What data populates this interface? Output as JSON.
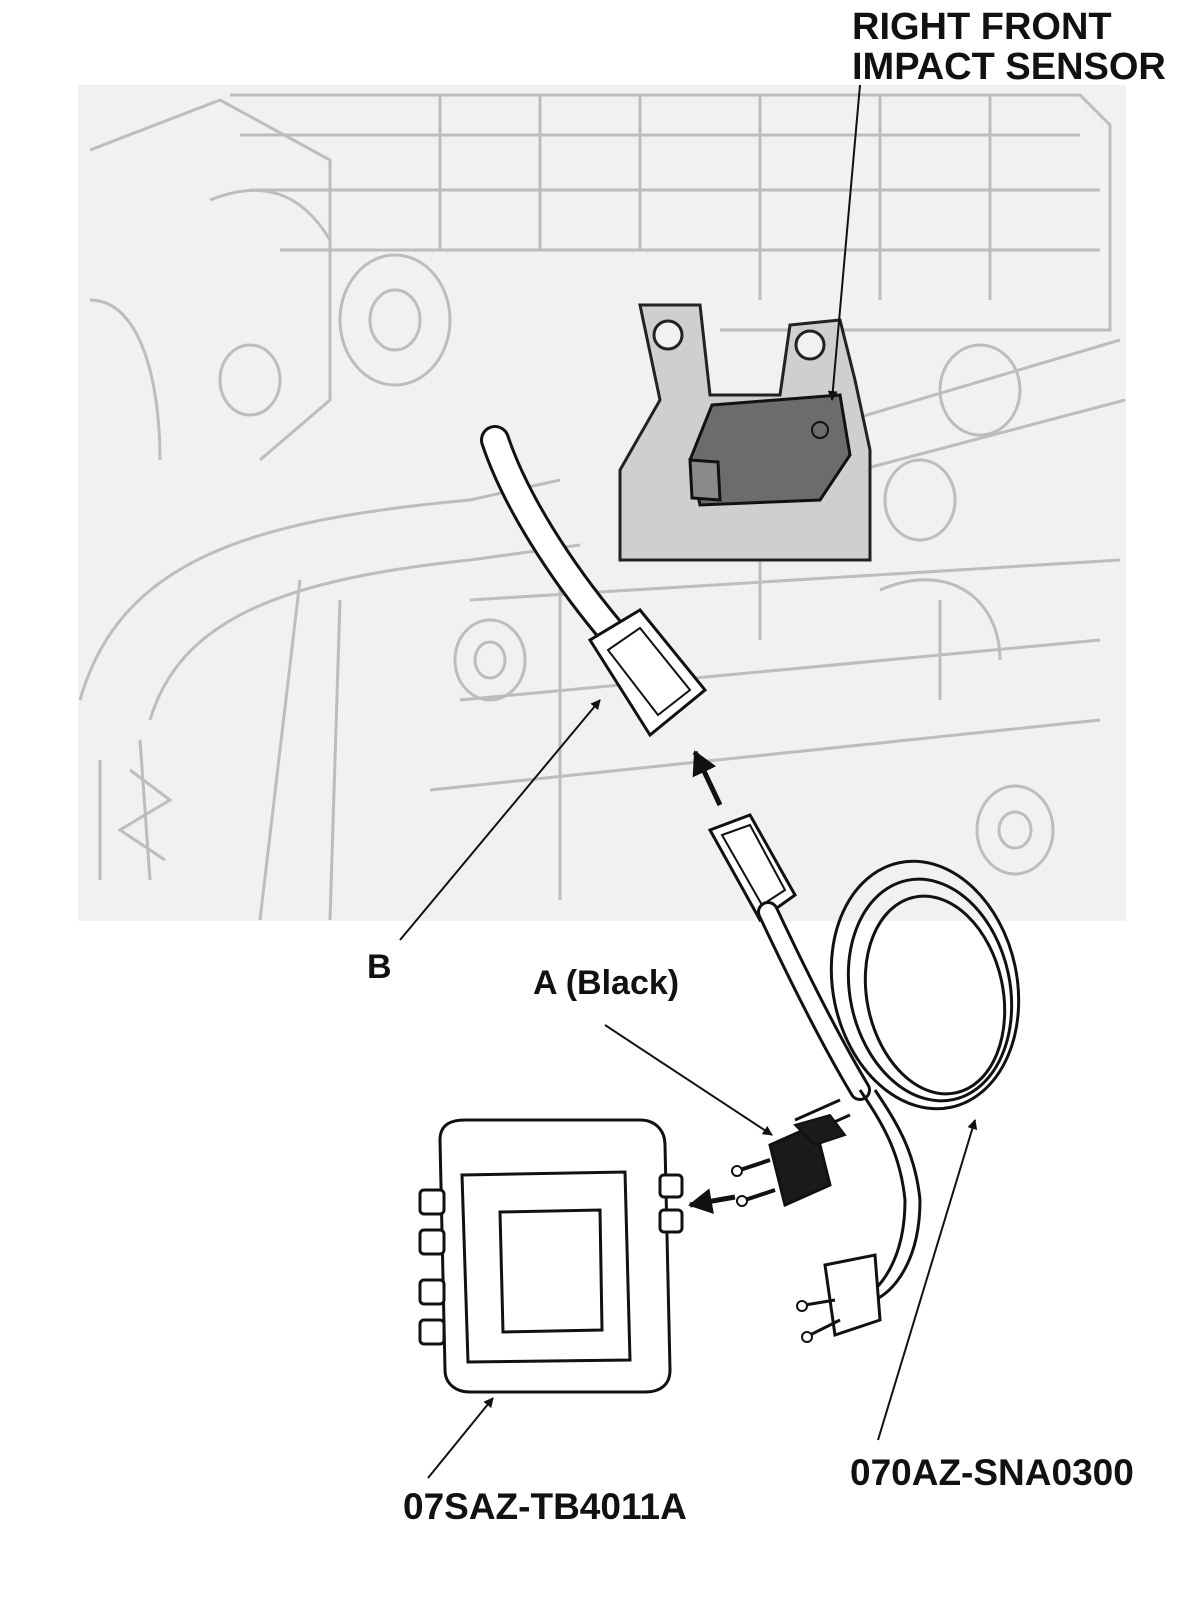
{
  "labels": {
    "sensor_line1": "RIGHT FRONT",
    "sensor_line2": "IMPACT SENSOR",
    "connector_b": "B",
    "connector_a": "A (Black)",
    "tester_part": "07SAZ-TB4011A",
    "harness_part": "070AZ-SNA0300"
  },
  "colors": {
    "line": "#111111",
    "background_fill": "#f1f1f1",
    "structure_stroke": "#b9b9b9",
    "sensor_fill": "#6c6c6c",
    "connector_a_fill": "#1a1a1a"
  }
}
